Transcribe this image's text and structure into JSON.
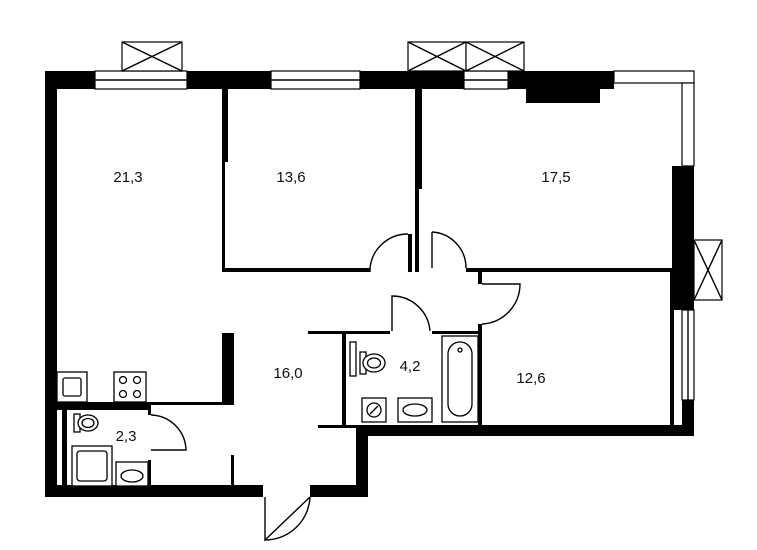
{
  "rooms": [
    {
      "id": "room-living",
      "label": "21,3"
    },
    {
      "id": "room-bedroom-1",
      "label": "13,6"
    },
    {
      "id": "room-bedroom-2",
      "label": "17,5"
    },
    {
      "id": "room-bedroom-3",
      "label": "12,6"
    },
    {
      "id": "room-hall",
      "label": "16,0"
    },
    {
      "id": "room-bathroom",
      "label": "4,2"
    },
    {
      "id": "room-wc",
      "label": "2,3"
    }
  ],
  "colors": {
    "wall": "#000000",
    "background": "#ffffff"
  }
}
